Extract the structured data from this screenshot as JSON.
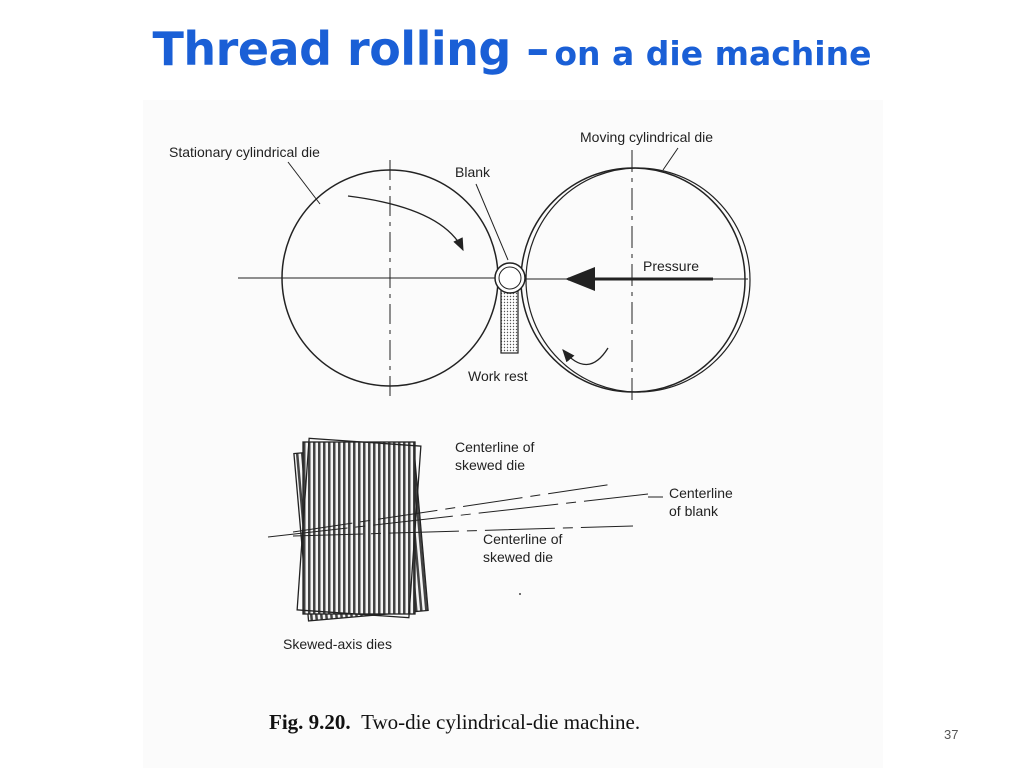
{
  "slide": {
    "title_main": "Thread rolling –",
    "title_sub": "on a die machine",
    "page_number": "37"
  },
  "figure": {
    "labels": {
      "stationary_die": "Stationary cylindrical die",
      "moving_die": "Moving cylindrical die",
      "blank": "Blank",
      "pressure": "Pressure",
      "work_rest": "Work rest",
      "centerline_skewed_top_1": "Centerline of",
      "centerline_skewed_top_2": "skewed die",
      "centerline_blank_1": "Centerline",
      "centerline_blank_2": "of blank",
      "centerline_skewed_bottom_1": "Centerline of",
      "centerline_skewed_bottom_2": "skewed die",
      "skewed_axis_dies": "Skewed-axis dies"
    },
    "caption_bold": "Fig. 9.20.",
    "caption_text": "Two-die cylindrical-die machine."
  }
}
